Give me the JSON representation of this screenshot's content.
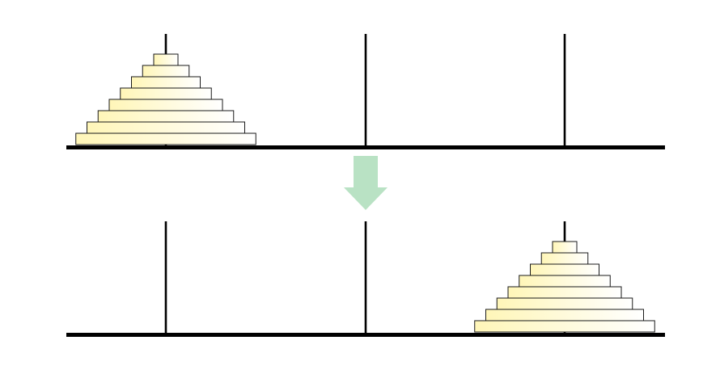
{
  "diagram": {
    "subject": "Tower of Hanoi",
    "peg_count": 3,
    "disk_count": 8,
    "states": [
      {
        "name": "initial",
        "stacks": [
          [
            8,
            7,
            6,
            5,
            4,
            3,
            2,
            1
          ],
          [],
          []
        ]
      },
      {
        "name": "final",
        "stacks": [
          [],
          [],
          [
            8,
            7,
            6,
            5,
            4,
            3,
            2,
            1
          ]
        ]
      }
    ],
    "arrow": {
      "direction": "down",
      "icon": "arrow-down-icon"
    }
  },
  "colors": {
    "background": "#ffffff",
    "base": "#000000",
    "peg": "#000000",
    "disk_fill_left": "#fff6b8",
    "disk_fill_right": "#ffffff",
    "disk_outline": "#1a1a1a",
    "arrow": "#b9e2c4"
  }
}
